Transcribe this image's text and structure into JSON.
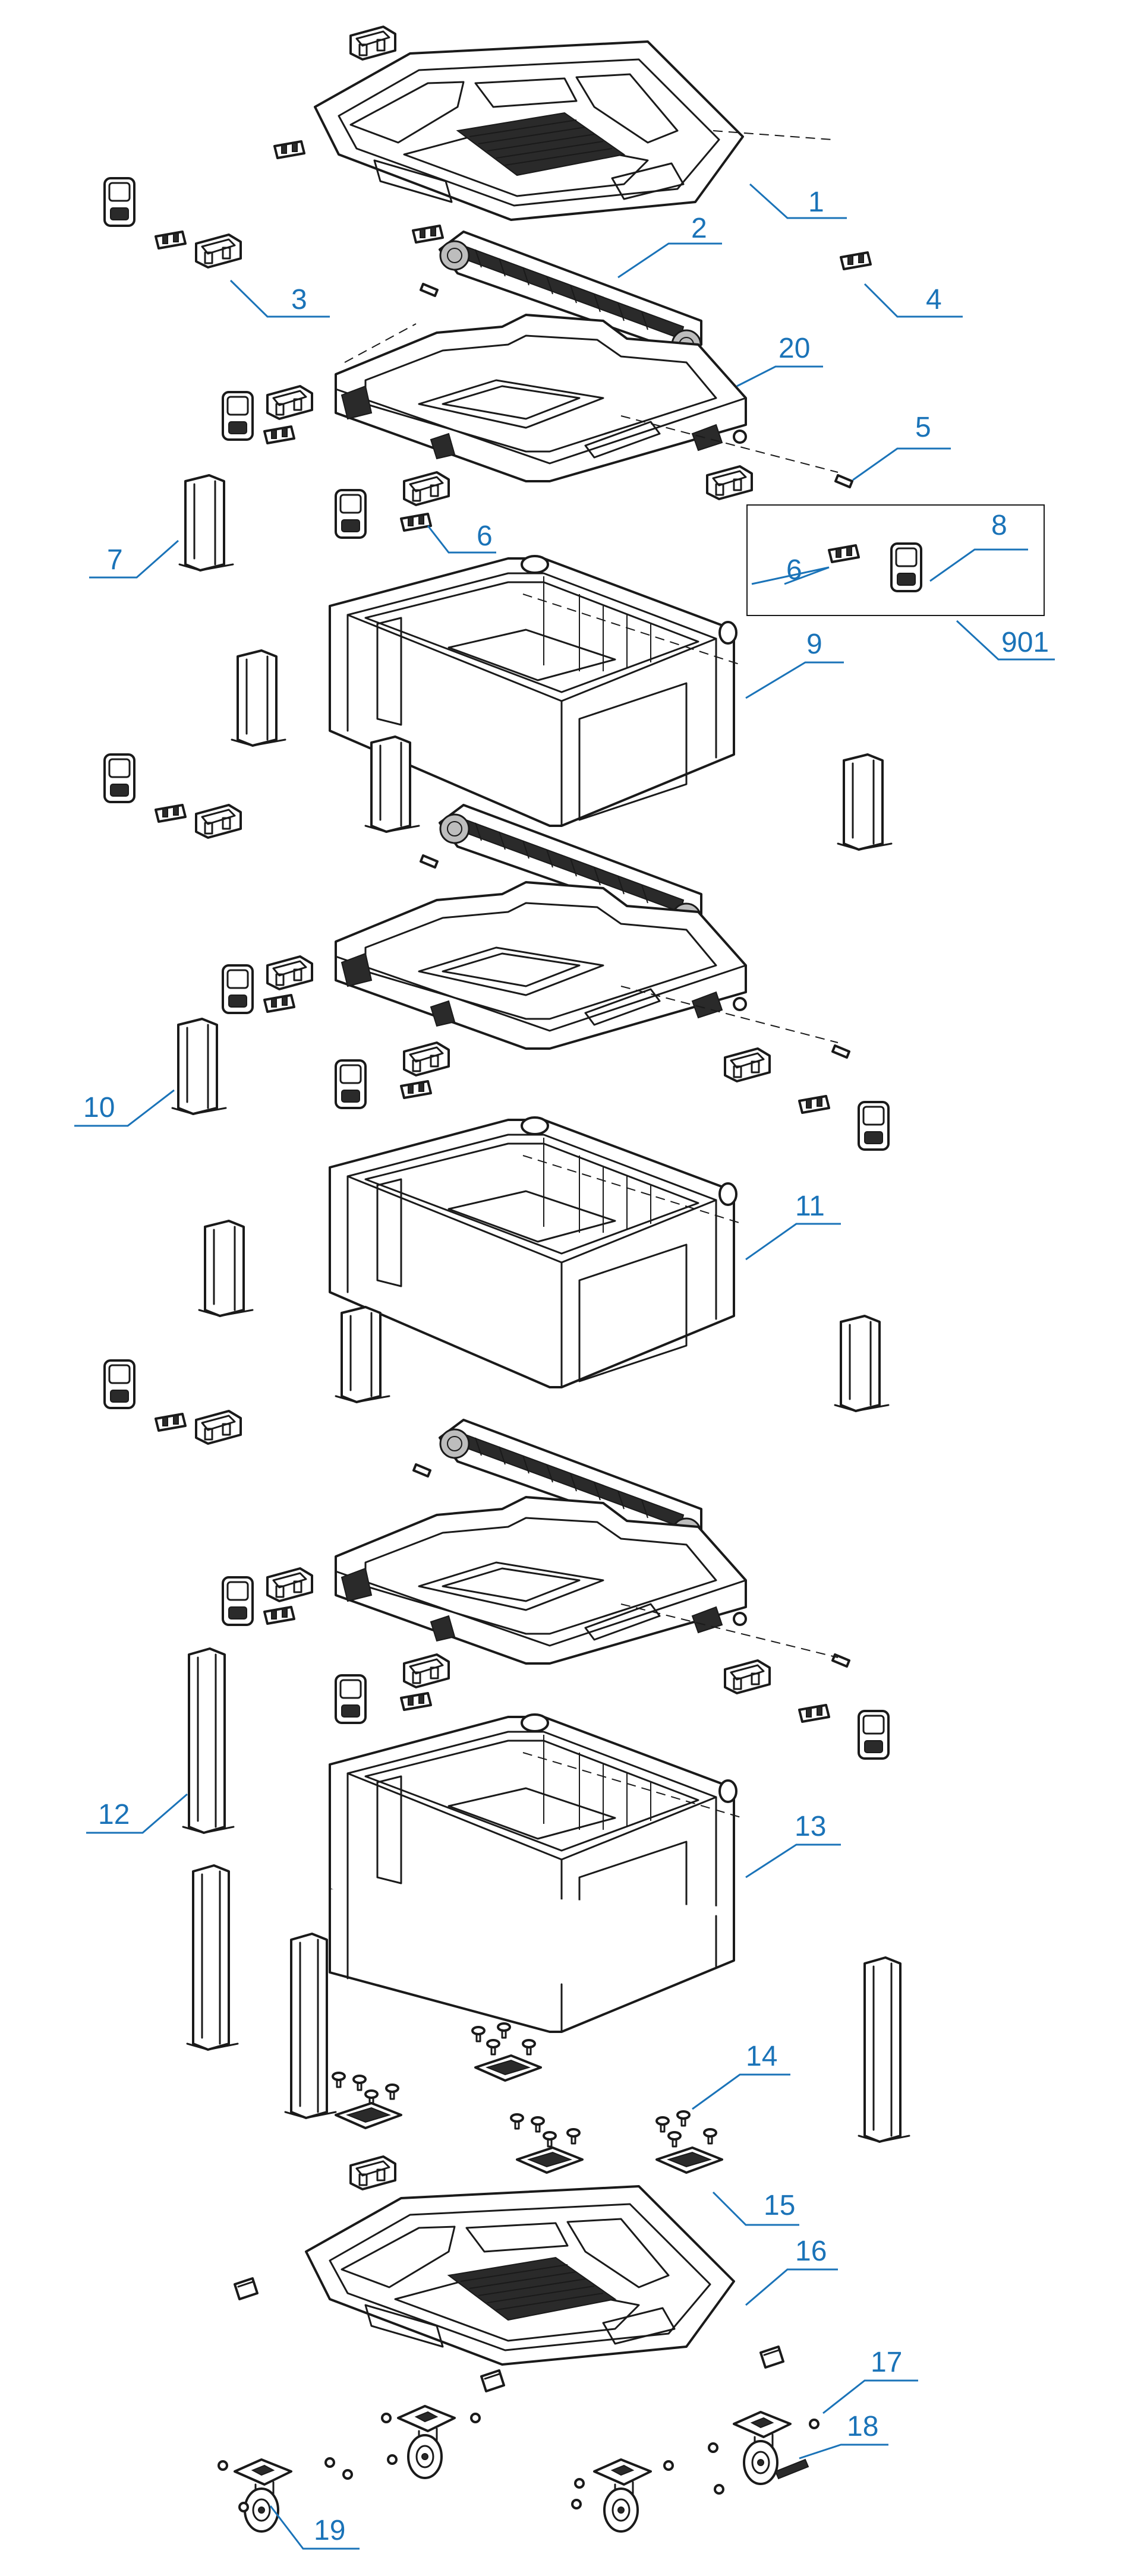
{
  "colors": {
    "line_art": "#1a1a1a",
    "callout": "#1a73b8",
    "background": "#ffffff"
  },
  "callouts": {
    "c1": "1",
    "c2": "2",
    "c3": "3",
    "c4": "4",
    "c5": "5",
    "c6a": "6",
    "c6b": "6",
    "c7": "7",
    "c8": "8",
    "c9": "9",
    "c20": "20",
    "c901": "901",
    "c10": "10",
    "c11": "11",
    "c12": "12",
    "c13": "13",
    "c14": "14",
    "c15": "15",
    "c16": "16",
    "c17": "17",
    "c18": "18",
    "c19": "19"
  }
}
